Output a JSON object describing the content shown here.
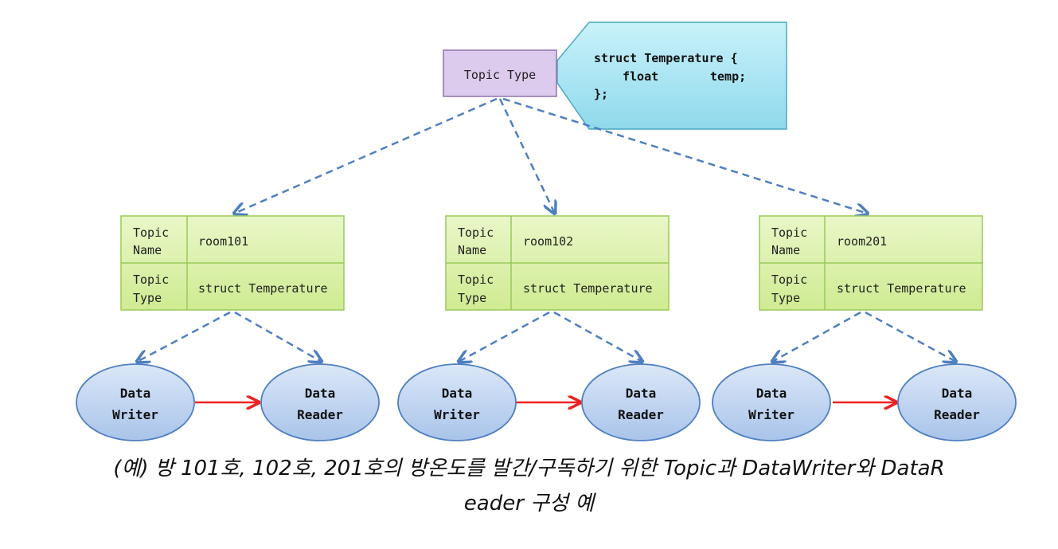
{
  "topic_type": {
    "label": "Topic Type",
    "struct_lines": [
      "struct Temperature {",
      "float",
      "temp;",
      "};"
    ]
  },
  "topics": [
    {
      "name_label": "Topic Name",
      "name_label_l1": "Topic",
      "name_label_l2": "Name",
      "name_value": "room101",
      "type_label_l1": "Topic",
      "type_label_l2": "Type",
      "type_value": "struct Temperature"
    },
    {
      "name_label_l1": "Topic",
      "name_label_l2": "Name",
      "name_value": "room102",
      "type_label_l1": "Topic",
      "type_label_l2": "Type",
      "type_value": "struct Temperature"
    },
    {
      "name_label_l1": "Topic",
      "name_label_l2": "Name",
      "name_value": "room201",
      "type_label_l1": "Topic",
      "type_label_l2": "Type",
      "type_value": "struct Temperature"
    }
  ],
  "writer": {
    "l1": "Data",
    "l2": "Writer"
  },
  "reader": {
    "l1": "Data",
    "l2": "Reader"
  },
  "caption": {
    "line1": "(예) 방 101호, 102호, 201호의 방온도를 발간/구독하기 위한 Topic과 DataWriter와 DataR",
    "line2": "eader 구성 예"
  },
  "colors": {
    "topic_type_fill": "#d9c9e8",
    "topic_type_stroke": "#8f73b0",
    "callout_fill": "#a9e6f2",
    "callout_stroke": "#4aa8c4",
    "topic_fill": "#d8f0a4",
    "topic_stroke": "#9ac95a",
    "ellipse_fill": "#bcd3f0",
    "ellipse_stroke": "#4f7fc0",
    "dash": "#4f7fc0",
    "arrow_red": "#ee2222"
  }
}
